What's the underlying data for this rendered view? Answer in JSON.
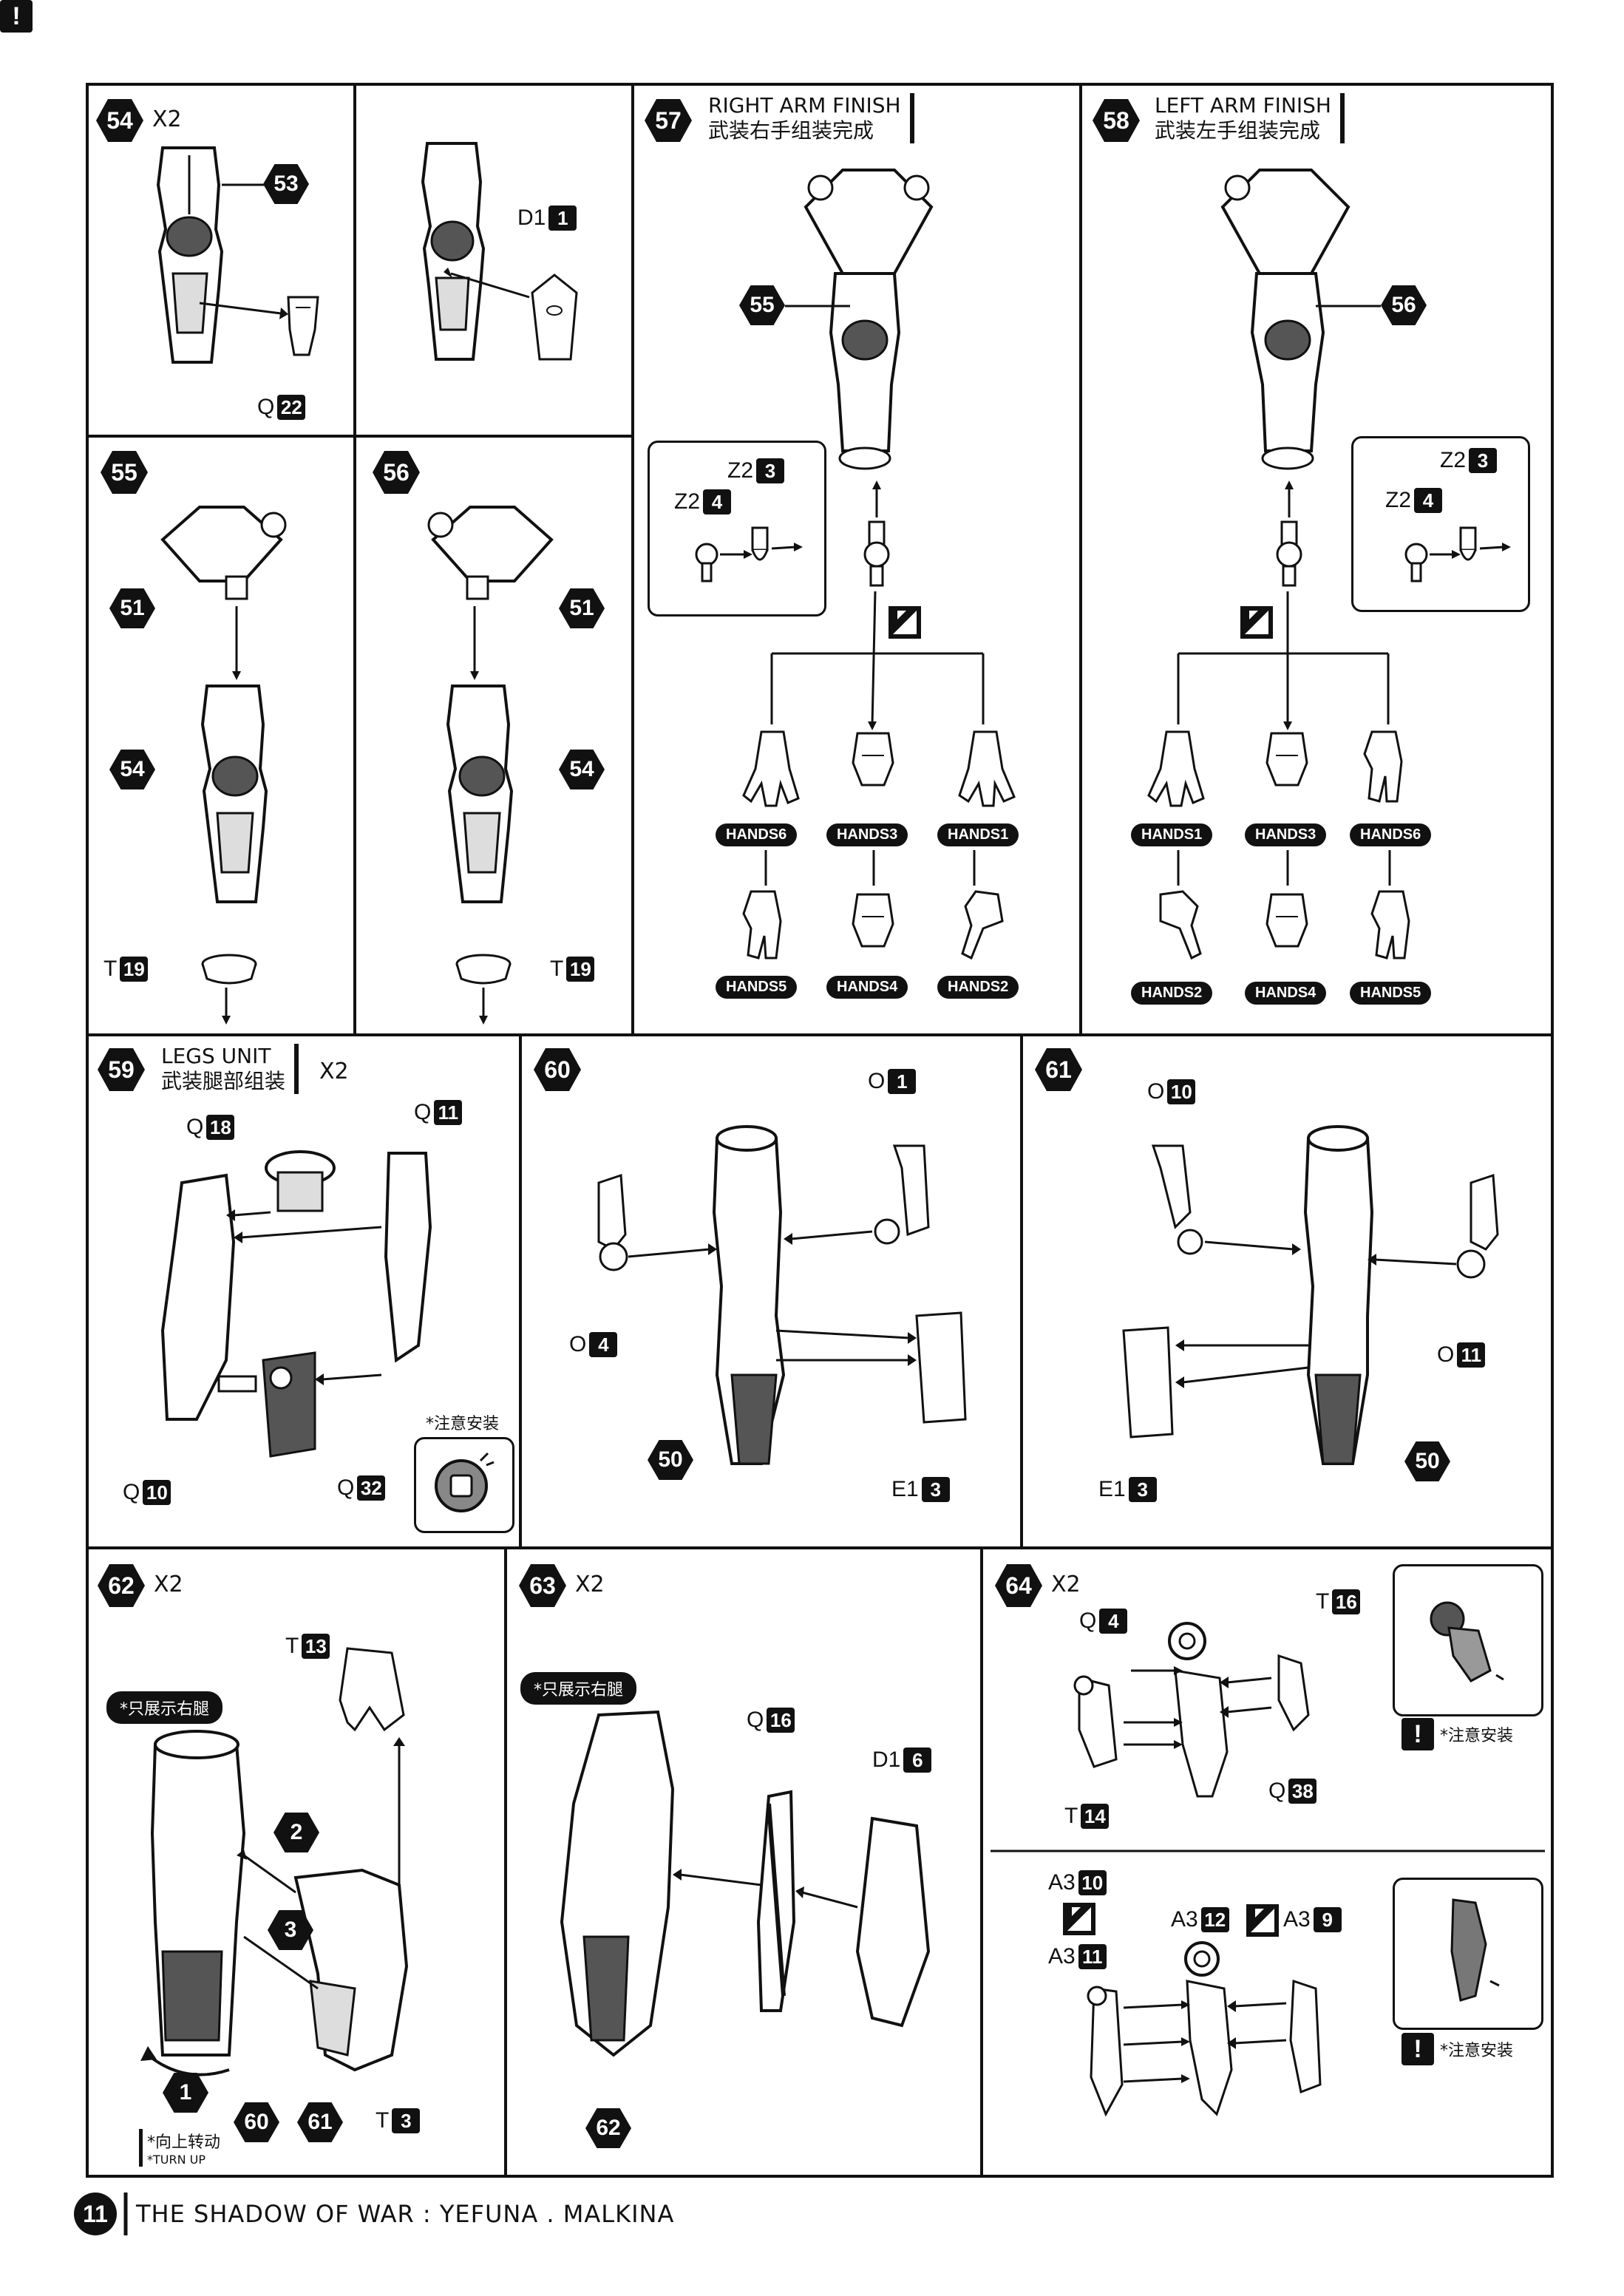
{
  "page_number": "11",
  "footer_title": "THE SHADOW OF WAR : YEFUNA . MALKINA",
  "steps": {
    "s54": {
      "num": "54",
      "mult": "X2",
      "labels": {
        "p53": "53",
        "q22_l": "Q",
        "q22_n": "22",
        "d1_l": "D1",
        "d1_n": "1"
      }
    },
    "s55": {
      "num": "55",
      "labels": {
        "p51": "51",
        "p54": "54",
        "t_l": "T",
        "t_n": "19"
      }
    },
    "s56": {
      "num": "56",
      "labels": {
        "p51": "51",
        "p54": "54",
        "t_l": "T",
        "t_n": "19"
      }
    },
    "s57": {
      "num": "57",
      "title_en": "RIGHT ARM FINISH",
      "title_cn": "武装右手组装完成",
      "labels": {
        "p55": "55",
        "z2a_l": "Z2",
        "z2a_n": "3",
        "z2b_l": "Z2",
        "z2b_n": "4"
      },
      "hands": [
        "HANDS6",
        "HANDS3",
        "HANDS1",
        "HANDS5",
        "HANDS4",
        "HANDS2"
      ]
    },
    "s58": {
      "num": "58",
      "title_en": "LEFT ARM FINISH",
      "title_cn": "武装左手组装完成",
      "labels": {
        "p56": "56",
        "z2a_l": "Z2",
        "z2a_n": "3",
        "z2b_l": "Z2",
        "z2b_n": "4"
      },
      "hands": [
        "HANDS1",
        "HANDS3",
        "HANDS6",
        "HANDS2",
        "HANDS4",
        "HANDS5"
      ]
    },
    "s59": {
      "num": "59",
      "title_en": "LEGS UNIT",
      "title_cn": "武装腿部组装",
      "mult": "X2",
      "labels": {
        "q18_l": "Q",
        "q18_n": "18",
        "q11_l": "Q",
        "q11_n": "11",
        "q10_l": "Q",
        "q10_n": "10",
        "q32_l": "Q",
        "q32_n": "32"
      },
      "note": "*注意安装"
    },
    "s60": {
      "num": "60",
      "labels": {
        "o1_l": "O",
        "o1_n": "1",
        "o4_l": "O",
        "o4_n": "4",
        "p50": "50",
        "e1_l": "E1",
        "e1_n": "3"
      }
    },
    "s61": {
      "num": "61",
      "labels": {
        "o10_l": "O",
        "o10_n": "10",
        "o11_l": "O",
        "o11_n": "11",
        "p50": "50",
        "e1_l": "E1",
        "e1_n": "3"
      }
    },
    "s62": {
      "num": "62",
      "mult": "X2",
      "only_right": "*只展示右腿",
      "labels": {
        "t13_l": "T",
        "t13_n": "13",
        "t3_l": "T",
        "t3_n": "3",
        "c1": "1",
        "c2": "2",
        "c3": "3",
        "p60": "60",
        "p61": "61"
      },
      "turn_cn": "*向上转动",
      "turn_en": "*TURN UP"
    },
    "s63": {
      "num": "63",
      "mult": "X2",
      "only_right": "*只展示右腿",
      "labels": {
        "q16_l": "Q",
        "q16_n": "16",
        "d1_l": "D1",
        "d1_n": "6",
        "p62": "62"
      }
    },
    "s64": {
      "num": "64",
      "mult": "X2",
      "labels": {
        "q4_l": "Q",
        "q4_n": "4",
        "t16_l": "T",
        "t16_n": "16",
        "t14_l": "T",
        "t14_n": "14",
        "q38_l": "Q",
        "q38_n": "38",
        "a310_l": "A3",
        "a310_n": "10",
        "a311_l": "A3",
        "a311_n": "11",
        "a312_l": "A3",
        "a312_n": "12",
        "a39_l": "A3",
        "a39_n": "9"
      },
      "note1": "*注意安装",
      "note2": "*注意安装"
    }
  }
}
